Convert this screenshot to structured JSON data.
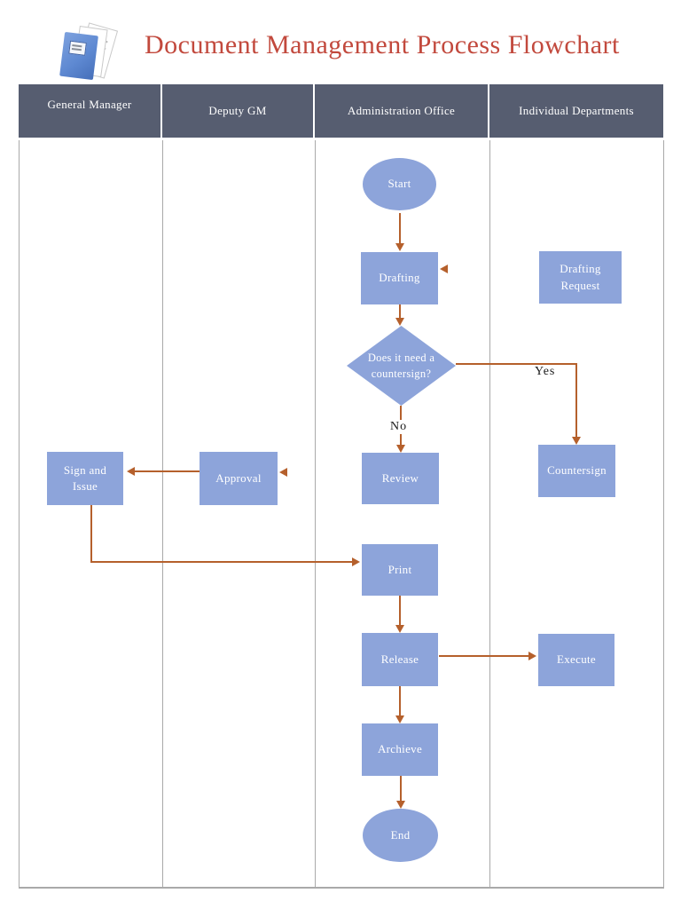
{
  "title": "Document Management Process Flowchart",
  "icons": {
    "title_icon": "blue-document-binder-with-pages"
  },
  "header": {
    "lanes": [
      "General Manager",
      "Deputy GM",
      "Administration Office",
      "Individual Departments"
    ]
  },
  "nodes": {
    "start": {
      "label": "Start",
      "shape": "ellipse"
    },
    "drafting": {
      "label": "Drafting",
      "shape": "process"
    },
    "drafting_request": {
      "label": "Drafting Request",
      "shape": "process"
    },
    "decision": {
      "label": "Does it need a countersign?",
      "shape": "decision"
    },
    "review": {
      "label": "Review",
      "shape": "process"
    },
    "countersign": {
      "label": "Countersign",
      "shape": "process"
    },
    "sign_issue": {
      "label": "Sign and Issue",
      "shape": "process"
    },
    "approval": {
      "label": "Approval",
      "shape": "process"
    },
    "print": {
      "label": "Print",
      "shape": "process"
    },
    "release": {
      "label": "Release",
      "shape": "process"
    },
    "execute": {
      "label": "Execute",
      "shape": "process"
    },
    "archieve": {
      "label": "Archieve",
      "shape": "process"
    },
    "end": {
      "label": "End",
      "shape": "ellipse"
    }
  },
  "edge_labels": {
    "yes": "Yes",
    "no": "No"
  },
  "connections": [
    {
      "from": "Start",
      "to": "Drafting"
    },
    {
      "from": "Drafting Request",
      "to": "Drafting"
    },
    {
      "from": "Drafting",
      "to": "Does it need a countersign?"
    },
    {
      "from": "Does it need a countersign?",
      "to": "Review",
      "label": "No"
    },
    {
      "from": "Does it need a countersign?",
      "to": "Countersign",
      "label": "Yes"
    },
    {
      "from": "Review",
      "to": "Approval"
    },
    {
      "from": "Approval",
      "to": "Sign and Issue"
    },
    {
      "from": "Sign and Issue",
      "to": "Print"
    },
    {
      "from": "Print",
      "to": "Release"
    },
    {
      "from": "Release",
      "to": "Execute"
    },
    {
      "from": "Release",
      "to": "Archieve"
    },
    {
      "from": "Archieve",
      "to": "End"
    }
  ],
  "colors": {
    "node_fill": "#8da4da",
    "node_text": "#ffffff",
    "header_bg": "#565d70",
    "arrow": "#b5602c",
    "title": "#c2493d",
    "lane_border": "#a9a9a9"
  }
}
